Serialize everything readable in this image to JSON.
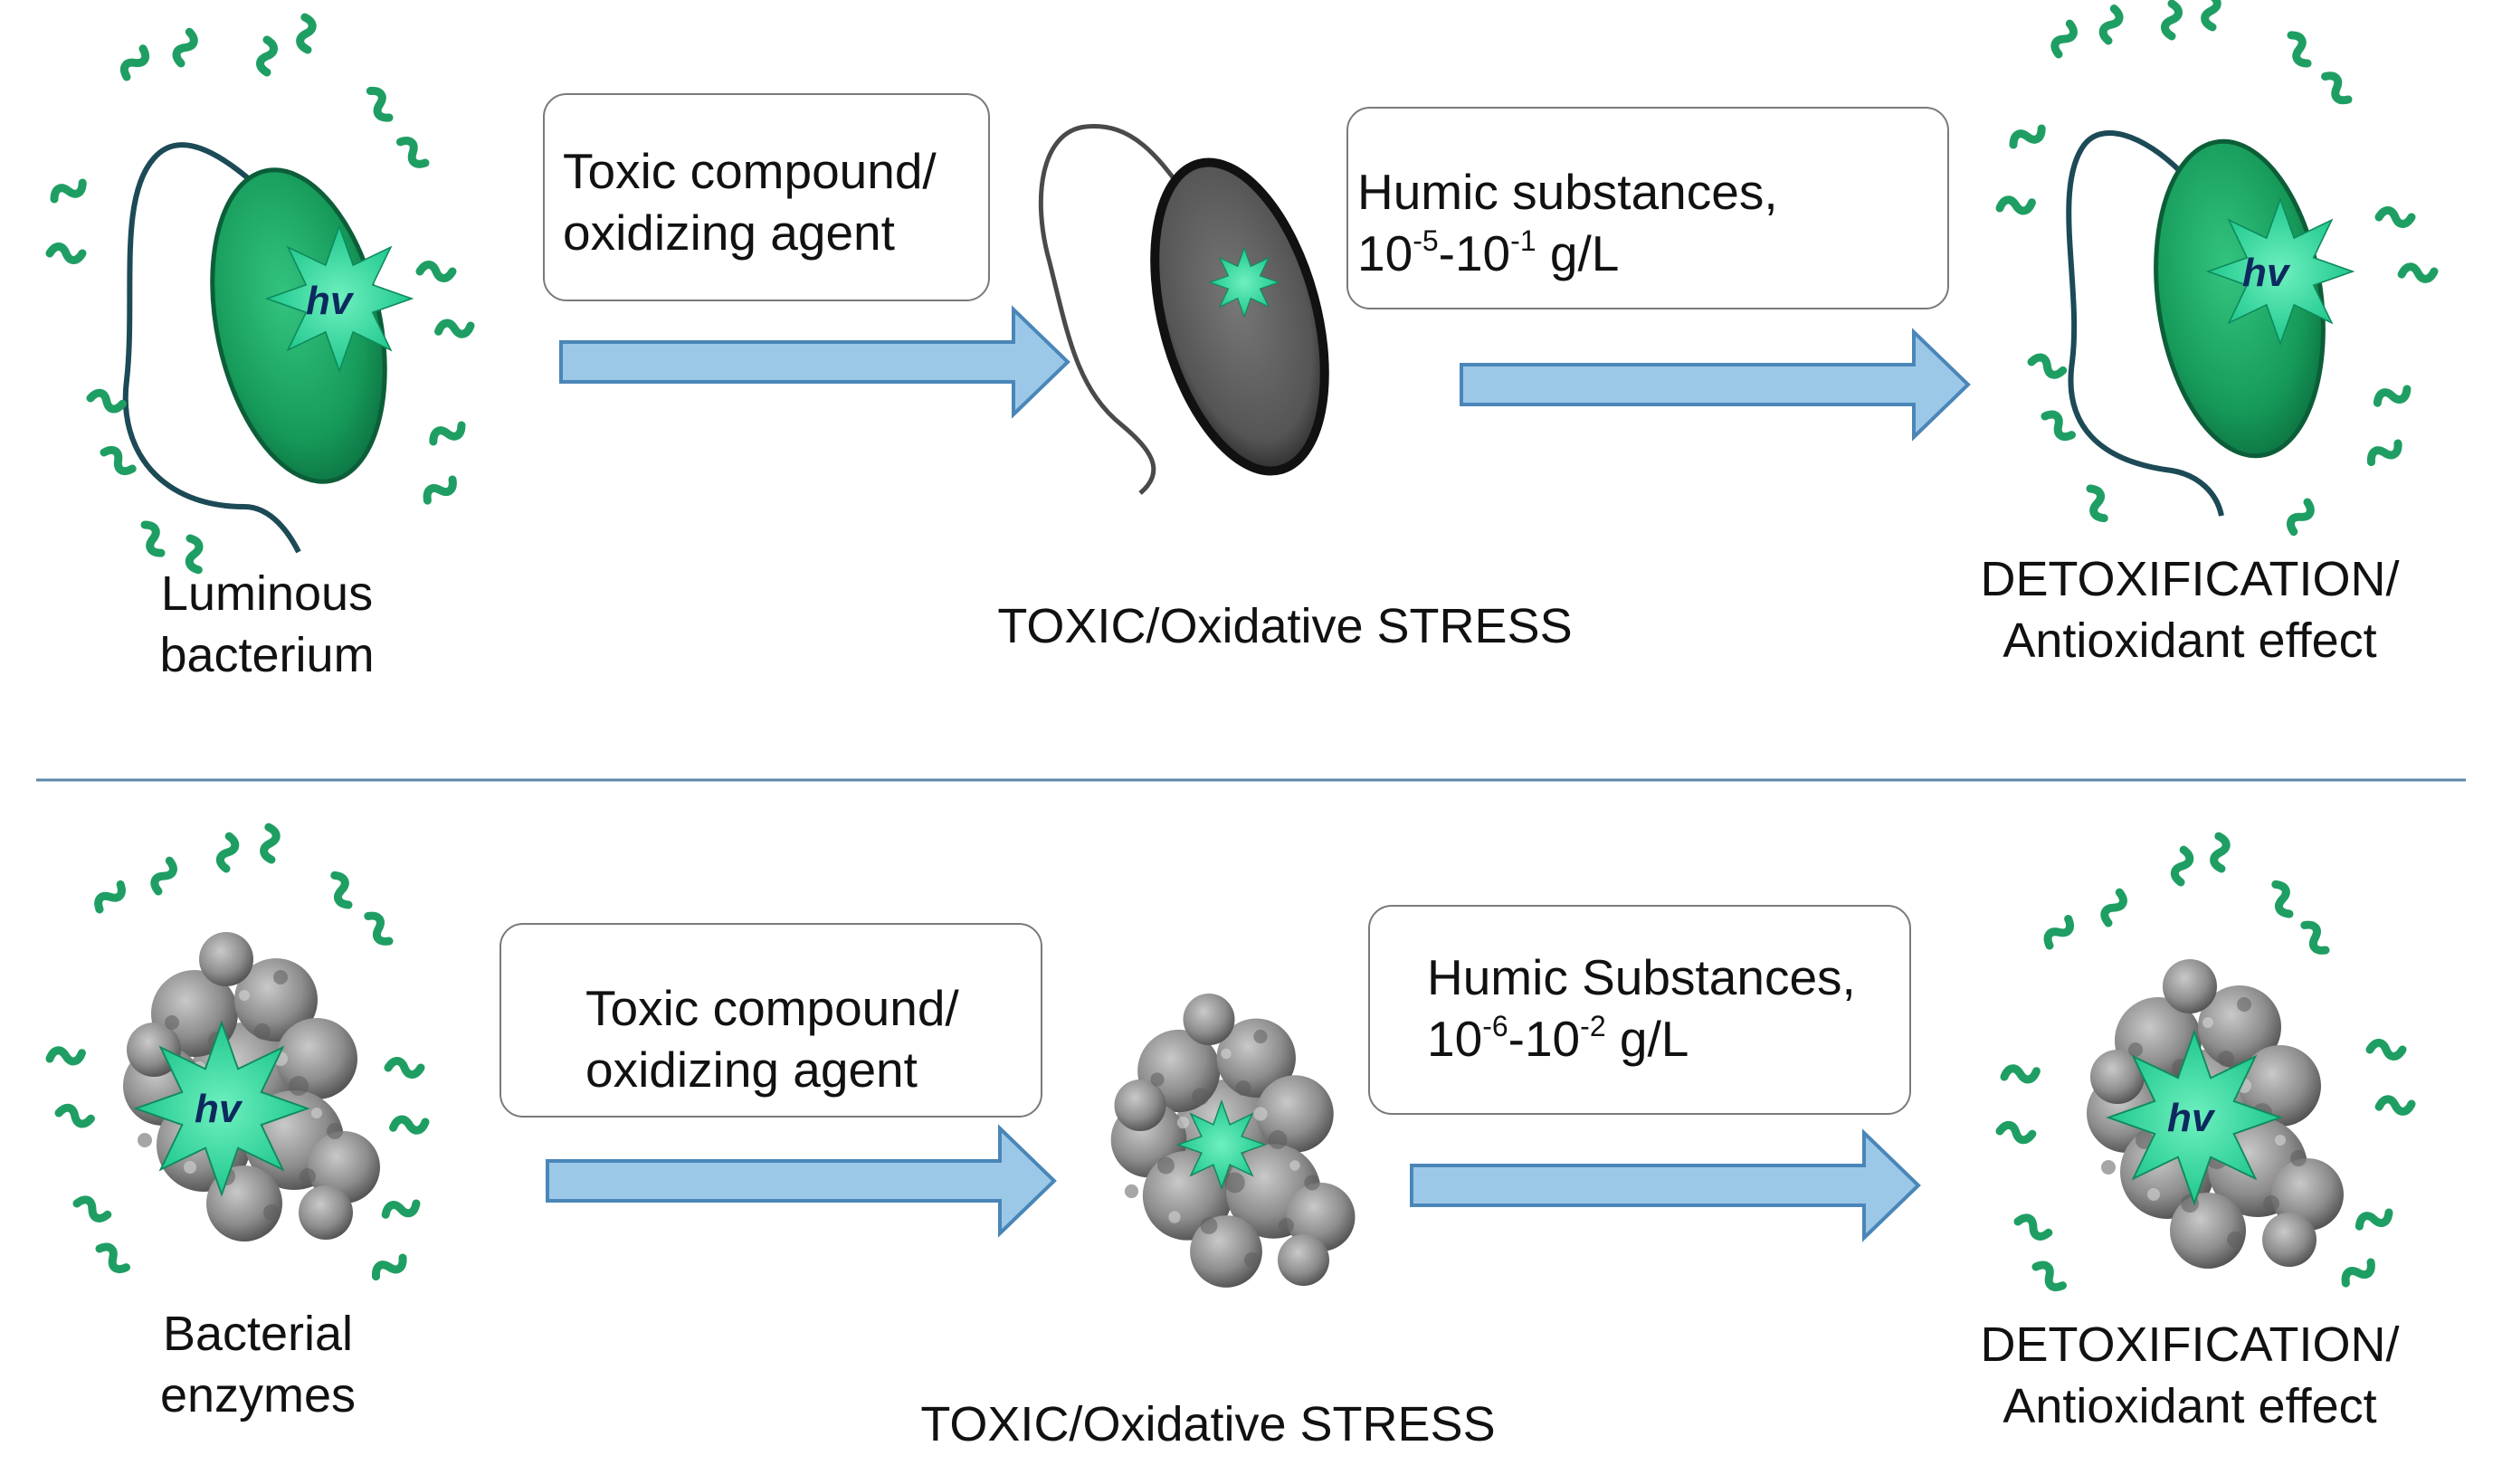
{
  "top_row": {
    "start_label": {
      "line1": "Luminous",
      "line2": "bacterium"
    },
    "step1_box": {
      "line1": "Toxic compound/",
      "line2": "oxidizing agent"
    },
    "middle_label": "TOXIC/Oxidative STRESS",
    "step2_box": {
      "line1": "Humic substances,",
      "c1_base": "10",
      "c1_exp": "-5",
      "dash": "-",
      "c2_base": "10",
      "c2_exp": "-1",
      "unit": " g/L"
    },
    "end_label": {
      "line1": "DETOXIFICATION/",
      "line2": "Antioxidant effect"
    }
  },
  "bottom_row": {
    "start_label": {
      "line1": "Bacterial",
      "line2": "enzymes"
    },
    "step1_box": {
      "line1": "Toxic compound/",
      "line2": "oxidizing agent"
    },
    "middle_label": "TOXIC/Oxidative STRESS",
    "step2_box": {
      "line1": "Humic Substances,",
      "c1_base": "10",
      "c1_exp": "-6",
      "dash": "-",
      "c2_base": "10",
      "c2_exp": "-2",
      "unit": " g/L"
    },
    "end_label": {
      "line1": "DETOXIFICATION/",
      "line2": "Antioxidant effect"
    }
  },
  "glow_symbol": "hv",
  "colors": {
    "cell_green": "#1a9e62",
    "burst_green": "#2ad79a",
    "arrow_fill": "#9cc8e8",
    "arrow_stroke": "#4a86b8",
    "divider": "#5b86a8",
    "stressed_cell": "#5c5c5c",
    "protein_gray": "#8a8a8a"
  },
  "icons": [
    "luminous-bacterium-icon",
    "stressed-bacterium-icon",
    "enzyme-icon",
    "right-arrow-icon",
    "light-burst-icon"
  ]
}
